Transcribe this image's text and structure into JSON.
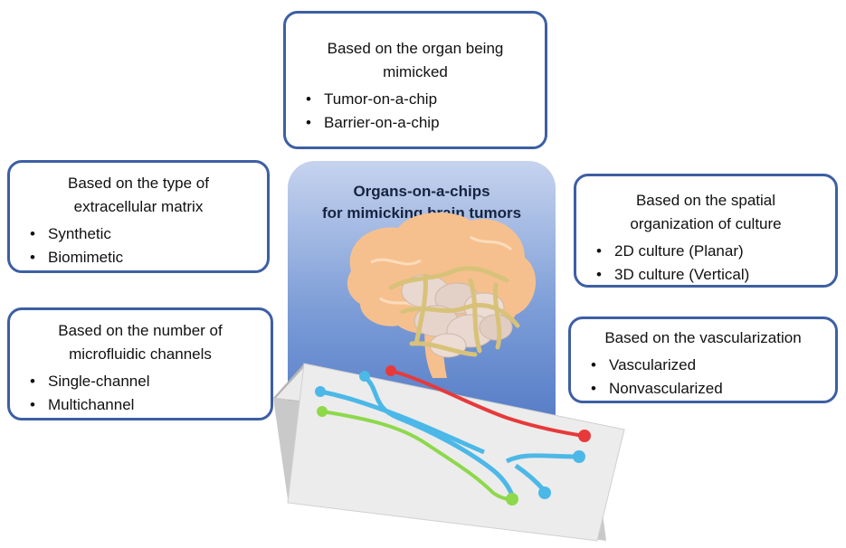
{
  "center": {
    "title_line1": "Organs-on-a-chips",
    "title_line2": "for mimicking brain tumors"
  },
  "boxes": {
    "organ": {
      "heading_line1": "Based on the organ being",
      "heading_line2": "mimicked",
      "items": [
        "Tumor-on-a-chip",
        "Barrier-on-a-chip"
      ]
    },
    "matrix": {
      "heading_line1": "Based on the type of",
      "heading_line2": "extracellular matrix",
      "items": [
        "Synthetic",
        "Biomimetic"
      ]
    },
    "spatial": {
      "heading_line1": "Based on the spatial",
      "heading_line2": "organization of culture",
      "items": [
        "2D culture (Planar)",
        "3D culture (Vertical)"
      ]
    },
    "channels": {
      "heading_line1": "Based on the number of",
      "heading_line2": "microfluidic channels",
      "items": [
        "Single-channel",
        "Multichannel"
      ]
    },
    "vascularization": {
      "heading_line1": "Based on the vascularization",
      "items": [
        "Vascularized",
        "Nonvascularized"
      ]
    }
  },
  "colors": {
    "box_border": "#3d5fa3",
    "central_top": "#c6d3ee",
    "central_bottom": "#4f77c4",
    "brain": "#f6c08e",
    "tumor": "#e9d8cf",
    "vessel": "#d8c27a",
    "channel_red": "#e8393a",
    "channel_blue": "#4cb8e8",
    "channel_green": "#8ed84c"
  }
}
